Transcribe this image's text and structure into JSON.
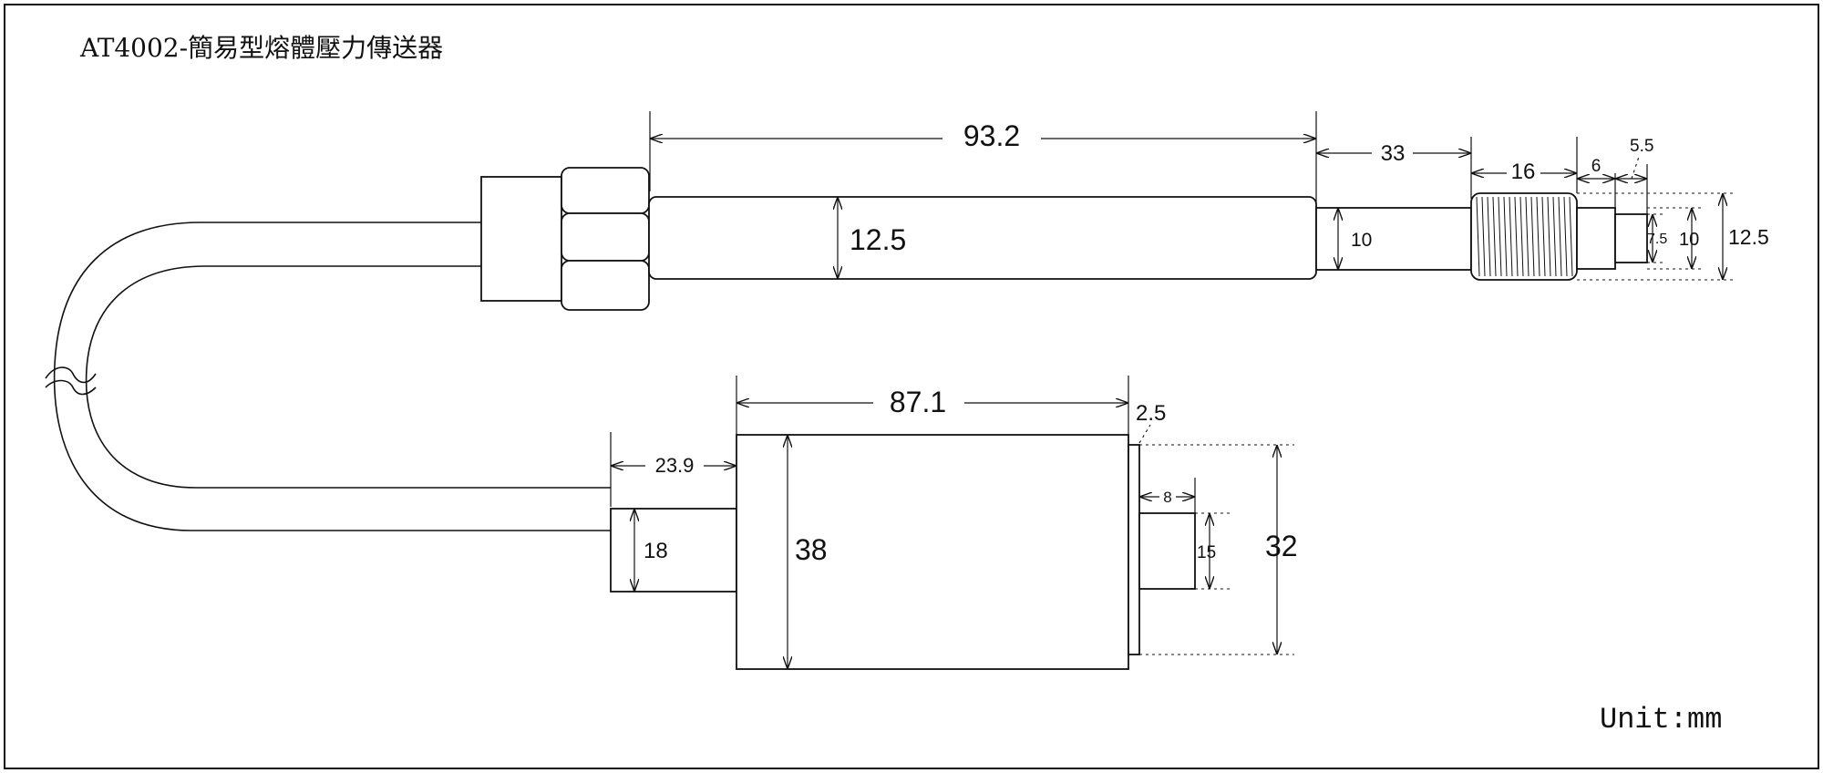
{
  "title": "AT4002-簡易型熔體壓力傳送器",
  "unit_label": "Unit:mm",
  "dimensions": {
    "stem_length": "93.2",
    "stem_diameter": "12.5",
    "tip_length": "33",
    "tip_diameter": "10",
    "thread_length": "16",
    "step_length": "6",
    "end_length": "5.5",
    "end_diameter": "7.5",
    "thread_diameter": "10",
    "outer_diameter": "12.5",
    "housing_length": "87.1",
    "flange_thickness": "2.5",
    "neck_length": "23.9",
    "neck_diameter": "18",
    "housing_diameter": "38",
    "connector_length": "8",
    "connector_diameter": "15",
    "flange_diameter": "32"
  }
}
